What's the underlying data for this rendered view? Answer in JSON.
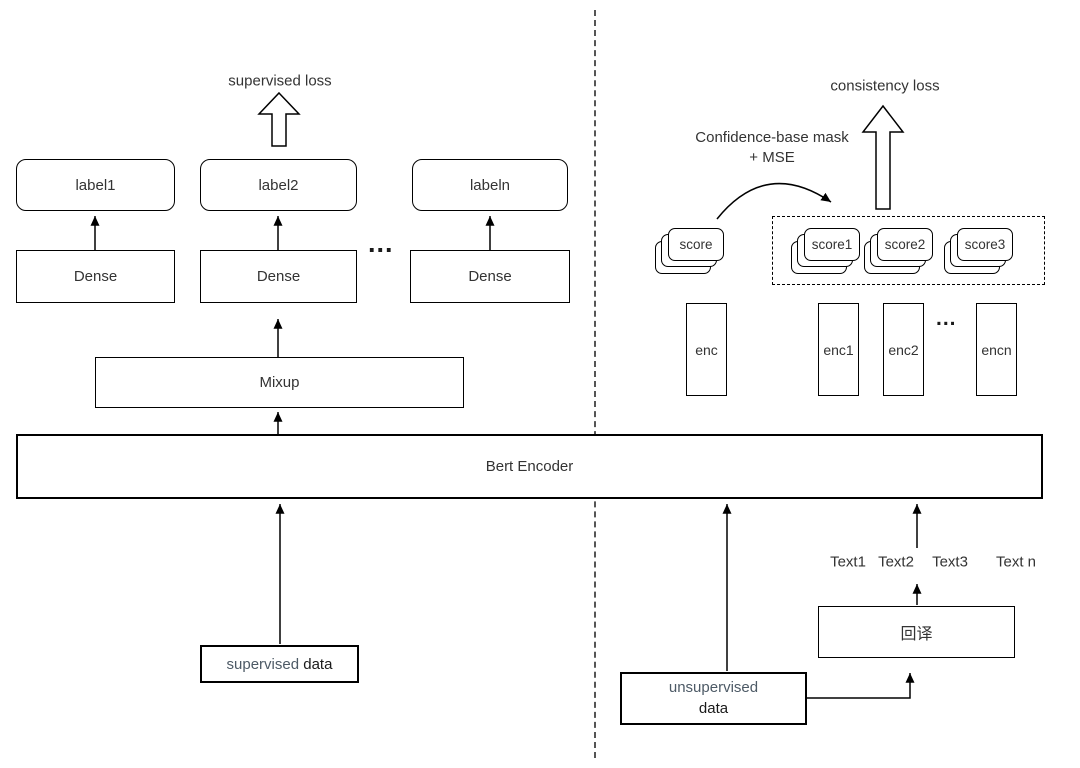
{
  "diagram": {
    "divider": "section-divider",
    "left": {
      "loss_label": "supervised loss",
      "labels": [
        "label1",
        "label2",
        "labeln"
      ],
      "dense": [
        "Dense",
        "Dense",
        "Dense"
      ],
      "dots": "...",
      "mixup_label": "Mixup",
      "bert_label": "Bert Encoder",
      "data_word1": "supervised",
      "data_word2": "data"
    },
    "right": {
      "loss_label": "consistency loss",
      "mask_line1": "Confidence-base mask",
      "mask_line2": "+ MSE",
      "score_single": "score",
      "scores": [
        "score1",
        "score2",
        "score3"
      ],
      "enc_single": "enc",
      "encs": [
        "enc1",
        "enc2",
        "encn"
      ],
      "enc_dots": "...",
      "texts": [
        "Text1",
        "Text2",
        "Text3",
        "Text n"
      ],
      "backtranslation_label": "回译",
      "data_word1": "unsupervised",
      "data_word2": "data"
    }
  }
}
